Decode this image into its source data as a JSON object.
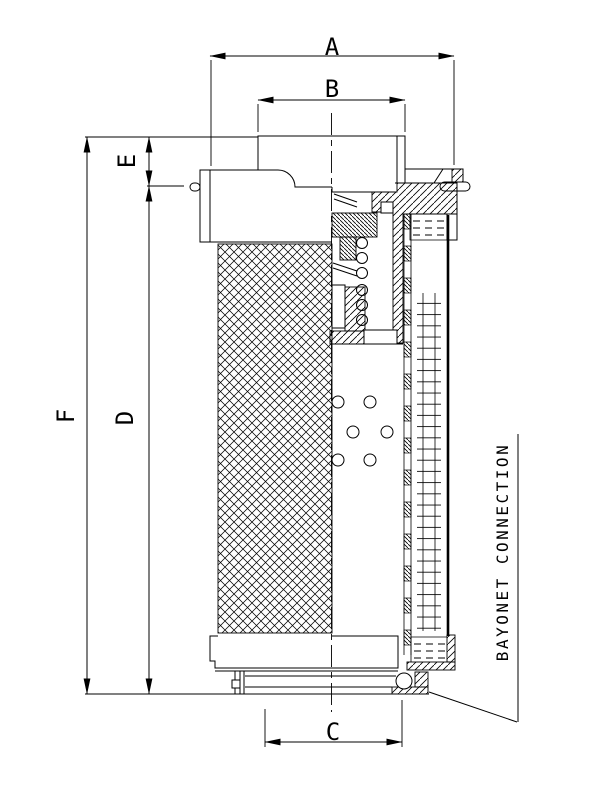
{
  "page": {
    "background": "#ffffff",
    "line_color": "#000000",
    "description": "Engineering cross-section drawing of a hydraulic filter element with bayonet connection"
  },
  "dimension_labels": {
    "a": "A",
    "b": "B",
    "c": "C",
    "d": "D",
    "e": "E",
    "f": "F"
  },
  "annotation": {
    "bayonet_connection": "BAYONET CONNECTION"
  }
}
